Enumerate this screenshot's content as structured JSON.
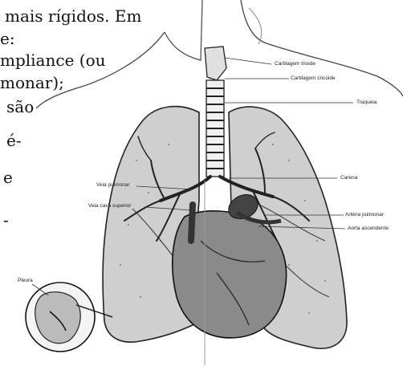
{
  "text_lines": [
    "mais rígidos. Em",
    "e:",
    "mpliance (ou",
    "monar);",
    "são",
    "é-",
    "e",
    "-"
  ],
  "labels": {
    "thyroid": "Cartilagem tiroide",
    "cricoid": "Cartilagem cricoide",
    "trachea": "Traqueia",
    "carina": "Carena",
    "pulm_vein": "Veia pulmonar",
    "svc": "Veia cava superior",
    "pulm_artery": "Artéria pulmonar",
    "aorta": "Aorta ascendente",
    "pleura": "Pleura"
  },
  "colors": {
    "ink": "#111111",
    "shade": "#555555",
    "lung_fill": "#cfcfcf",
    "heart_fill": "#8a8a8a"
  }
}
